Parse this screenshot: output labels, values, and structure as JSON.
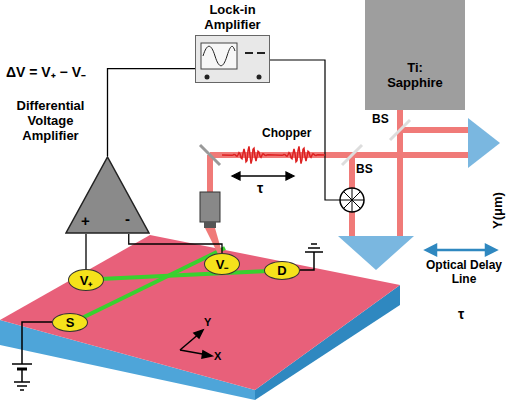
{
  "diagram": {
    "nodes": [
      {
        "text": [
          "Lock-in Amplifier"
        ]
      },
      {
        "text": [
          "Ti: Sapphire"
        ]
      },
      {
        "text": [
          "Differential Voltage Amplifier",
          "+",
          "-"
        ]
      },
      {
        "text": [
          "V₊"
        ]
      },
      {
        "text": [
          "V₋"
        ]
      },
      {
        "text": [
          "D"
        ]
      },
      {
        "text": [
          "S"
        ]
      }
    ],
    "edges": [
      {
        "from": 2,
        "to": 0,
        "arrow": "none"
      },
      {
        "from": 2,
        "to": 3,
        "arrow": "none"
      },
      {
        "from": 2,
        "to": 4,
        "arrow": "none"
      }
    ],
    "labels": [
      "ΔV = V₊ − V₋",
      "BS",
      "Chopper",
      "BS",
      "τ",
      "Y(μm)",
      "Optical Delay Line",
      "τ",
      "Y",
      "X"
    ]
  }
}
